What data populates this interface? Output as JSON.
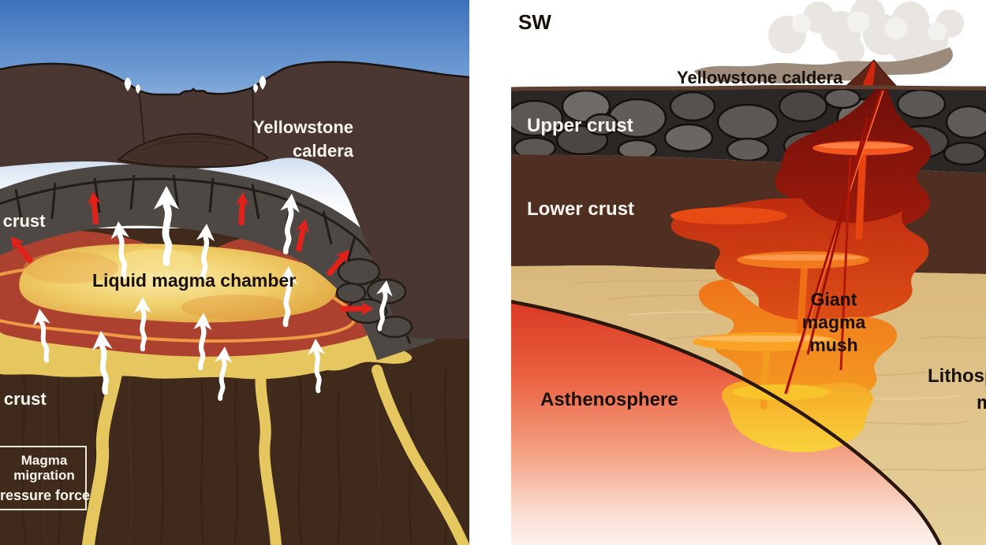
{
  "left": {
    "caldera_line1": "Yellowstone",
    "caldera_line2": "caldera",
    "upper_crust_label": "Upper crust",
    "lower_crust_label": "Lower crust",
    "chamber_label": "Liquid magma chamber",
    "legend": {
      "magma_line1": "Magma",
      "magma_line2": "migration",
      "pressure_label": "Pressure force"
    }
  },
  "right": {
    "direction_label": "SW",
    "caldera_label": "Yellowstone caldera",
    "upper_crust_label": "Upper crust",
    "lower_crust_label": "Lower crust",
    "mush_line1": "Giant",
    "mush_line2": "magma",
    "mush_line3": "mush",
    "asthenosphere_label": "Asthenosphere",
    "mantle_line1": "Lithospheric",
    "mantle_line2": "mantle"
  },
  "colors": {
    "sky_top": "#3d72ba",
    "terrain_brown": "#4b3732",
    "cobble_gray": "#4d4843",
    "magma_red_rim": "#ad4130",
    "magma_yellow_core": "#f0cf6a",
    "underplate_yellow": "#e6c65f",
    "lower_crust_dark": "#3f2a1b",
    "red_arrow": "#e3211b",
    "white_arrow": "#ffffff",
    "upper_crust_right": "#35322f",
    "lower_crust_right": "#4f2f21",
    "mantle_tan": "#dcbe85",
    "asthenosphere_red": "#d93a24",
    "mush_dark_red": "#70100a",
    "mush_red": "#c23012",
    "mush_orange": "#ef7f1b",
    "mush_yellow": "#f6b928",
    "ash_taupe": "#9c8b7b",
    "smoke_gray": "#e9e6e2"
  }
}
